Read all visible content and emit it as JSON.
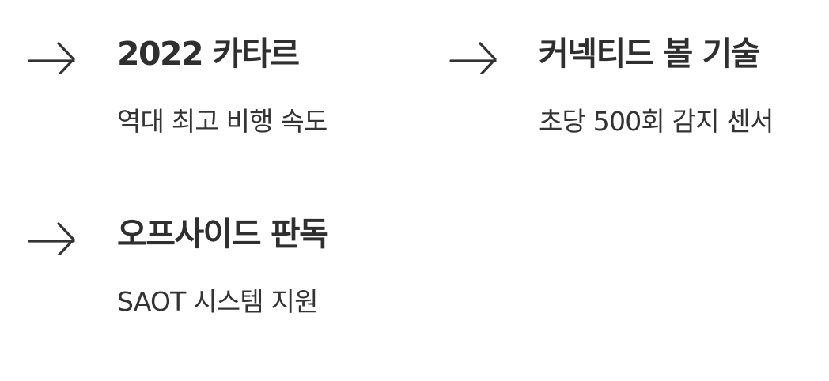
{
  "features": [
    {
      "title": "2022 카타르",
      "description": "역대 최고 비행 속도",
      "icon": "arrow-right-icon"
    },
    {
      "title": "커넥티드 볼 기술",
      "description": "초당 500회 감지 센서",
      "icon": "arrow-right-icon"
    },
    {
      "title": "오프사이드 판독",
      "description": "SAOT 시스템 지원",
      "icon": "arrow-right-icon"
    }
  ],
  "colors": {
    "text": "#333333",
    "background": "#ffffff"
  }
}
